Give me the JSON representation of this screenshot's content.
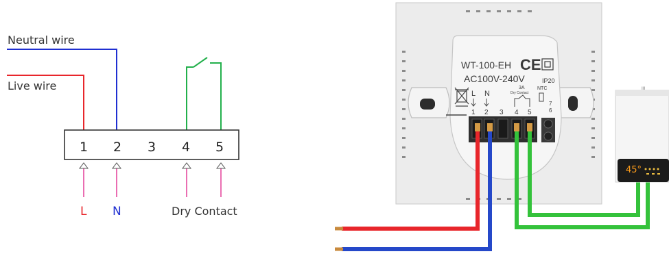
{
  "schematic": {
    "neutral_label": "Neutral wire",
    "live_label": "Live wire",
    "terminals": [
      "1",
      "2",
      "3",
      "4",
      "5"
    ],
    "bottom_labels": {
      "live": "L",
      "neutral": "N",
      "dry_contact": "Dry Contact"
    },
    "colors": {
      "live": "#e8262b",
      "neutral": "#1f2fd1",
      "contact": "#22b04b",
      "arrow": "#e5499e"
    }
  },
  "device": {
    "model": "WT-100-EH",
    "ce_mark": "CE",
    "voltage": "AC100V-240V",
    "ip_rating": "IP20",
    "terminal_labels": {
      "l": "L",
      "n": "N",
      "current": "3A",
      "dry_contact": "Dry Contact",
      "ntc": "NTC"
    },
    "terminal_numbers": [
      "1",
      "2",
      "3",
      "4",
      "5"
    ],
    "extra_terminals": [
      "7",
      "6"
    ],
    "boiler_display": "45°"
  }
}
